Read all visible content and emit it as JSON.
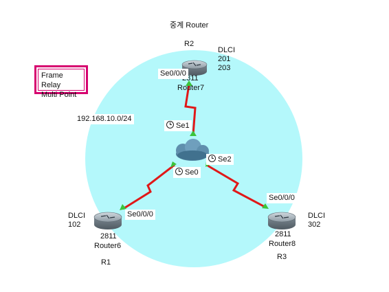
{
  "title": "중계 Router",
  "note": {
    "line1": "Frame Relay",
    "line2": "Multi Point"
  },
  "network": "192.168.10.0/24",
  "colors": {
    "area": "#b4f8fb",
    "link": "#e01818",
    "port_up": "#3bc43b",
    "note_border": "#d6006f"
  },
  "devices": {
    "r2": {
      "name": "R2",
      "model": "2811",
      "hostname": "Router7",
      "dlci_label": "DLCI",
      "dlci": [
        "201",
        "203"
      ],
      "port": "Se0/0/0"
    },
    "r1": {
      "name": "R1",
      "model": "2811",
      "hostname": "Router6",
      "dlci_label": "DLCI",
      "dlci": [
        "102"
      ],
      "port": "Se0/0/0"
    },
    "r3": {
      "name": "R3",
      "model": "2811",
      "hostname": "Router8",
      "dlci_label": "DLCI",
      "dlci": [
        "302"
      ],
      "port": "Se0/0/0"
    },
    "cloud": {
      "ports": [
        "Se1",
        "Se2",
        "Se0"
      ]
    }
  }
}
